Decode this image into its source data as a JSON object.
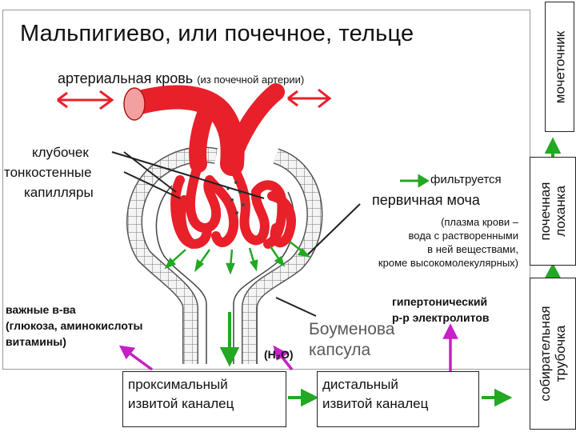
{
  "title": "Мальпигиево, или почечное, тельце",
  "arterial": {
    "main": "артериальная кровь",
    "note": "(из почечной артерии)"
  },
  "glomerulus": {
    "line1": "клубочек",
    "line2": "тонкостенные",
    "line3": "капилляры"
  },
  "filter_legend": "фильтруется",
  "primary_urine": {
    "title": "первичная моча",
    "line1": "(плазма крови –",
    "line2": "вода с растворенными",
    "line3": "в ней веществами,",
    "line4": "кроме высокомолекулярных)"
  },
  "important": {
    "line1": "важные в-ва",
    "line2": "(глюкоза, аминокислоты",
    "line3": "витамины)"
  },
  "hypertonic": {
    "line1": "гипертонический",
    "line2": "р-р электролитов"
  },
  "capsule": {
    "line1": "Боуменова",
    "line2": "капсула"
  },
  "water": "(H₂O)",
  "proximal": {
    "line1": "проксимальный",
    "line2": "извитой каналец"
  },
  "distal": {
    "line1": "дистальный",
    "line2": "извитой каналец"
  },
  "collecting": {
    "line1": "собирательная",
    "line2": "трубочка"
  },
  "pelvis": {
    "line1": "почечная",
    "line2": "лоханка"
  },
  "ureter": "мочеточник",
  "colors": {
    "blood": "#e8202a",
    "arrow_green": "#22a822",
    "arrow_magenta": "#c620c6",
    "wall": "#555555"
  }
}
